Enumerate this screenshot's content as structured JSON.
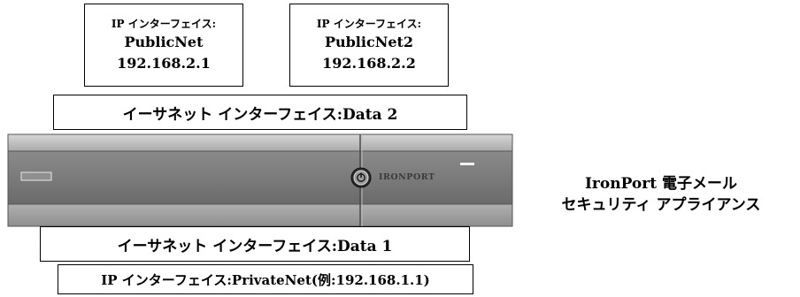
{
  "interface_boxes": [
    {
      "label": "IP インターフェイス:",
      "name": "PublicNet",
      "address": "192.168.2.1"
    },
    {
      "label": "IP インターフェイス:",
      "name": "PublicNet2",
      "address": "192.168.2.2"
    }
  ],
  "ethernet_top": "イーサネット インターフェイス:Data 2",
  "ethernet_bottom": "イーサネット インターフェイス:Data 1",
  "private_interface": "IP インターフェイス:PrivateNet(例:192.168.1.1)",
  "appliance": {
    "brand": "IRONPORT",
    "caption_line1": "IronPort 電子メール",
    "caption_line2": "セキュリティ アプライアンス"
  }
}
